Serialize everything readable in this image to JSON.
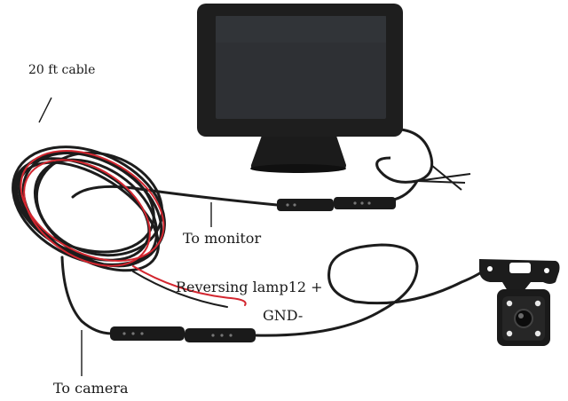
{
  "labels": {
    "cable": "20 ft cable",
    "monitor": "To monitor",
    "lamp": "Reversing lamp12 +",
    "gnd": "GND-",
    "camera": "To camera"
  },
  "colors": {
    "background": "#ffffff",
    "cable": "#1c1c1c",
    "power_wire": "#d3262f",
    "monitor_body": "#1e1e1e",
    "screen": "#2e3034",
    "camera_body": "#1a1a1a",
    "camera_led": "#e8e8e8",
    "label_text": "#1a1a1a"
  }
}
